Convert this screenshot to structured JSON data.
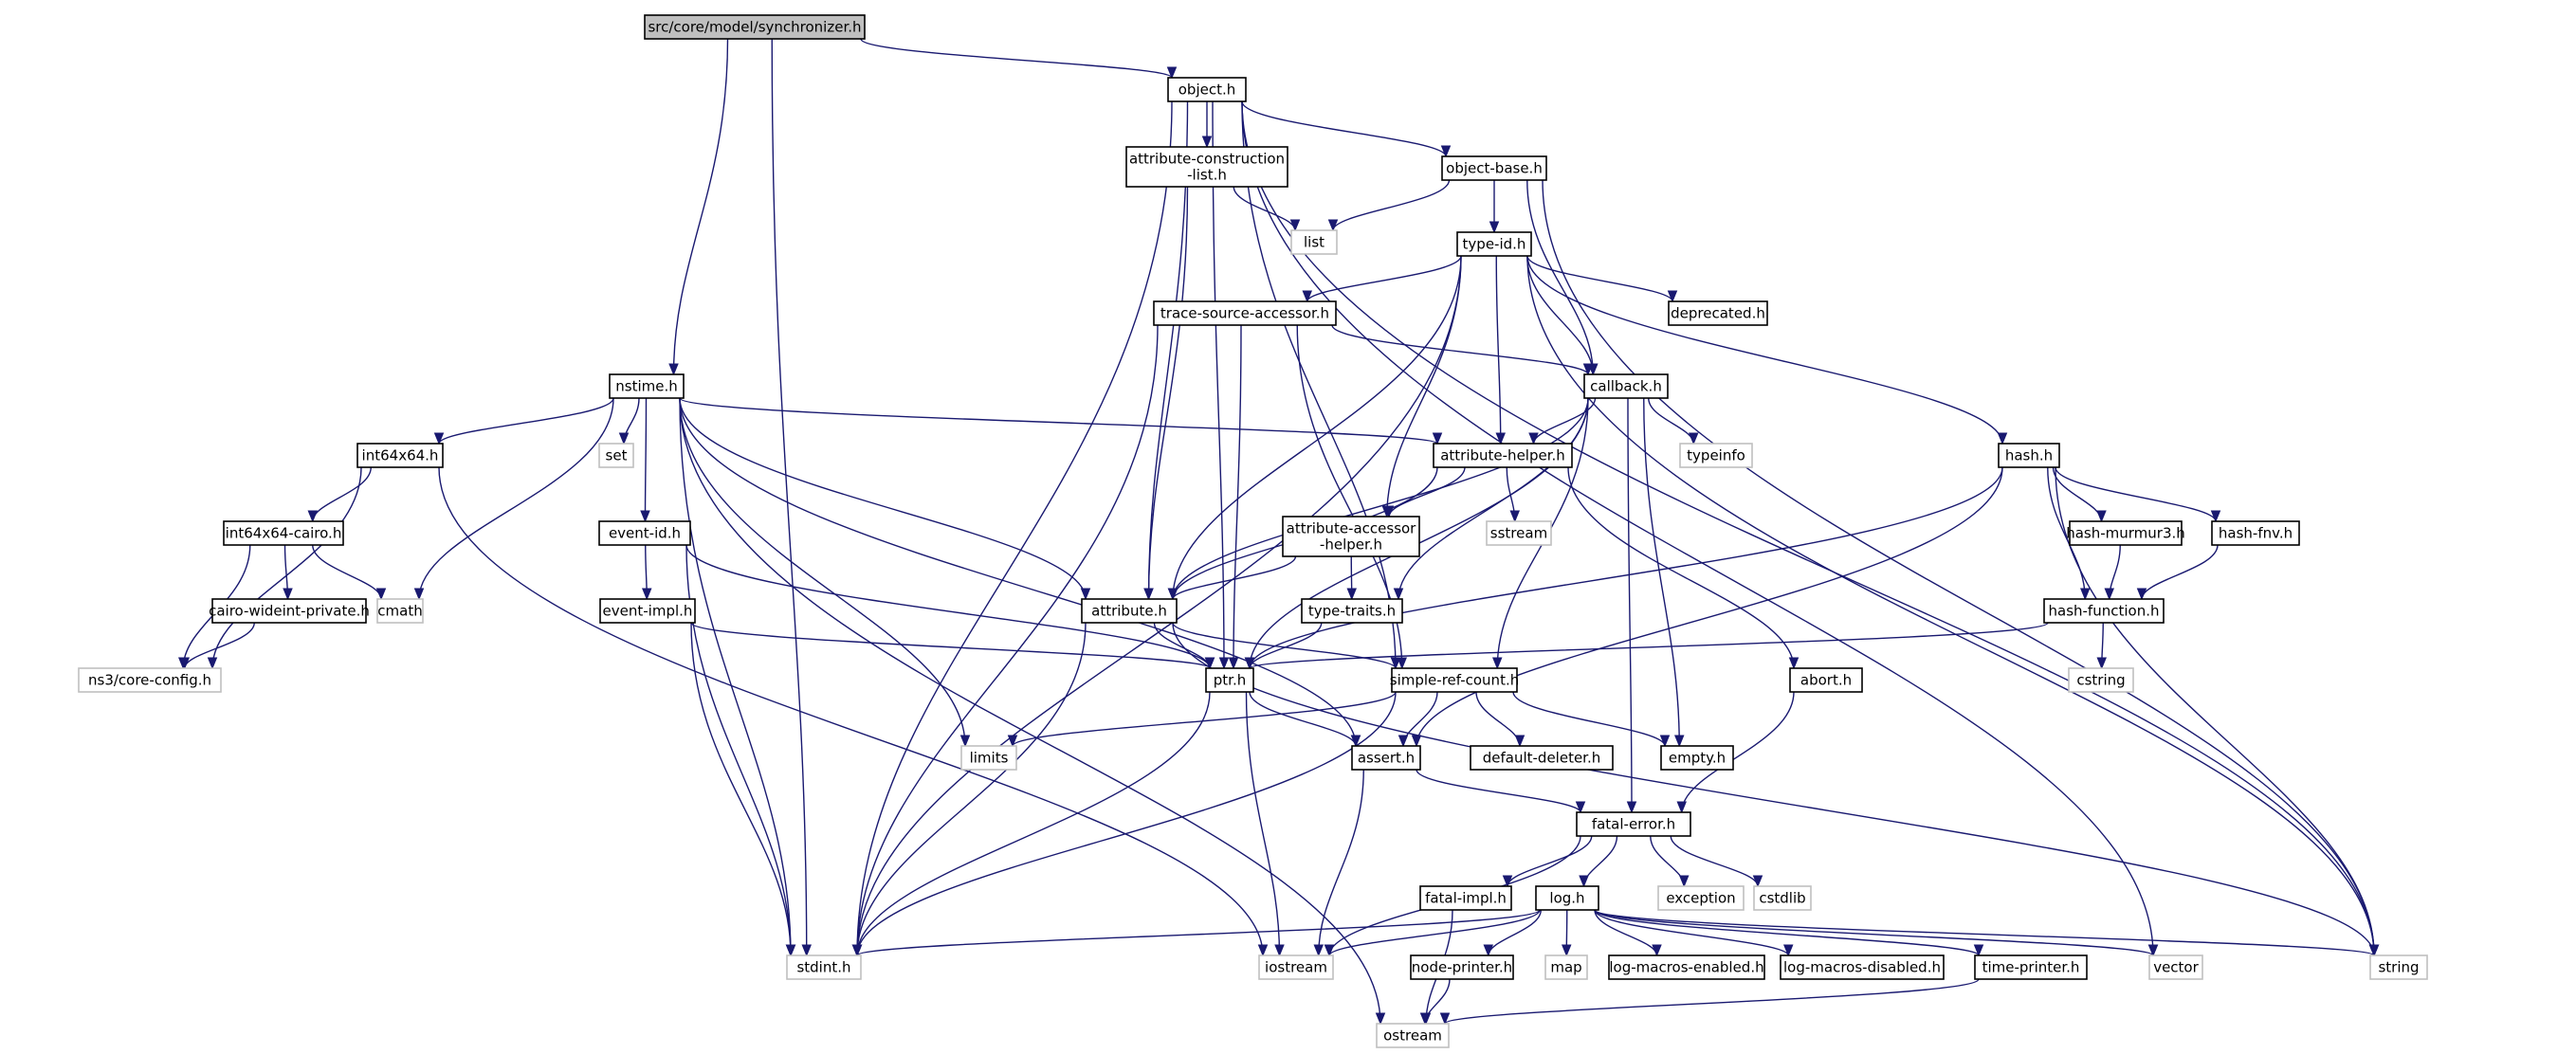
{
  "colors": {
    "edge": "#191970",
    "local_border": "#000000",
    "system_border": "#bfbfbf",
    "root_fill": "#bfbfbf",
    "background": "#ffffff"
  },
  "nodes": [
    {
      "id": "synchronizer",
      "label": "src/core/model/synchronizer.h",
      "kind": "root"
    },
    {
      "id": "object",
      "label": "object.h",
      "kind": "local"
    },
    {
      "id": "attrconst",
      "label": "attribute-construction\n-list.h",
      "kind": "local"
    },
    {
      "id": "objectbase",
      "label": "object-base.h",
      "kind": "local"
    },
    {
      "id": "list",
      "label": "list",
      "kind": "system"
    },
    {
      "id": "typeid",
      "label": "type-id.h",
      "kind": "local"
    },
    {
      "id": "tsa",
      "label": "trace-source-accessor.h",
      "kind": "local"
    },
    {
      "id": "deprecated",
      "label": "deprecated.h",
      "kind": "local"
    },
    {
      "id": "nstime",
      "label": "nstime.h",
      "kind": "local"
    },
    {
      "id": "callback",
      "label": "callback.h",
      "kind": "local"
    },
    {
      "id": "int64x64",
      "label": "int64x64.h",
      "kind": "local"
    },
    {
      "id": "set",
      "label": "set",
      "kind": "system"
    },
    {
      "id": "attrhelper",
      "label": "attribute-helper.h",
      "kind": "local"
    },
    {
      "id": "typeinfo",
      "label": "typeinfo",
      "kind": "system"
    },
    {
      "id": "hash",
      "label": "hash.h",
      "kind": "local"
    },
    {
      "id": "cairo",
      "label": "int64x64-cairo.h",
      "kind": "local"
    },
    {
      "id": "eventid",
      "label": "event-id.h",
      "kind": "local"
    },
    {
      "id": "sstream",
      "label": "sstream",
      "kind": "system"
    },
    {
      "id": "aah",
      "label": "attribute-accessor\n-helper.h",
      "kind": "local"
    },
    {
      "id": "murmur",
      "label": "hash-murmur3.h",
      "kind": "local"
    },
    {
      "id": "fnv",
      "label": "hash-fnv.h",
      "kind": "local"
    },
    {
      "id": "cwp",
      "label": "cairo-wideint-private.h",
      "kind": "local"
    },
    {
      "id": "cmath",
      "label": "cmath",
      "kind": "system"
    },
    {
      "id": "eventimpl",
      "label": "event-impl.h",
      "kind": "local"
    },
    {
      "id": "attribute",
      "label": "attribute.h",
      "kind": "local"
    },
    {
      "id": "typetraits",
      "label": "type-traits.h",
      "kind": "local"
    },
    {
      "id": "hashfunc",
      "label": "hash-function.h",
      "kind": "local"
    },
    {
      "id": "coreconfig",
      "label": "ns3/core-config.h",
      "kind": "system"
    },
    {
      "id": "ptr",
      "label": "ptr.h",
      "kind": "local"
    },
    {
      "id": "src",
      "label": "simple-ref-count.h",
      "kind": "local"
    },
    {
      "id": "abort",
      "label": "abort.h",
      "kind": "local"
    },
    {
      "id": "cstring",
      "label": "cstring",
      "kind": "system"
    },
    {
      "id": "limits",
      "label": "limits",
      "kind": "system"
    },
    {
      "id": "assert",
      "label": "assert.h",
      "kind": "local"
    },
    {
      "id": "defdel",
      "label": "default-deleter.h",
      "kind": "local"
    },
    {
      "id": "empty",
      "label": "empty.h",
      "kind": "local"
    },
    {
      "id": "fatalerror",
      "label": "fatal-error.h",
      "kind": "local"
    },
    {
      "id": "fatalimpl",
      "label": "fatal-impl.h",
      "kind": "local"
    },
    {
      "id": "log",
      "label": "log.h",
      "kind": "local"
    },
    {
      "id": "exception",
      "label": "exception",
      "kind": "system"
    },
    {
      "id": "cstdlib",
      "label": "cstdlib",
      "kind": "system"
    },
    {
      "id": "stdint",
      "label": "stdint.h",
      "kind": "system"
    },
    {
      "id": "iostream",
      "label": "iostream",
      "kind": "system"
    },
    {
      "id": "nodeprinter",
      "label": "node-printer.h",
      "kind": "local"
    },
    {
      "id": "map",
      "label": "map",
      "kind": "system"
    },
    {
      "id": "lme",
      "label": "log-macros-enabled.h",
      "kind": "local"
    },
    {
      "id": "lmd",
      "label": "log-macros-disabled.h",
      "kind": "local"
    },
    {
      "id": "timeprinter",
      "label": "time-printer.h",
      "kind": "local"
    },
    {
      "id": "vector",
      "label": "vector",
      "kind": "system"
    },
    {
      "id": "string",
      "label": "string",
      "kind": "system"
    },
    {
      "id": "ostream",
      "label": "ostream",
      "kind": "system"
    }
  ]
}
